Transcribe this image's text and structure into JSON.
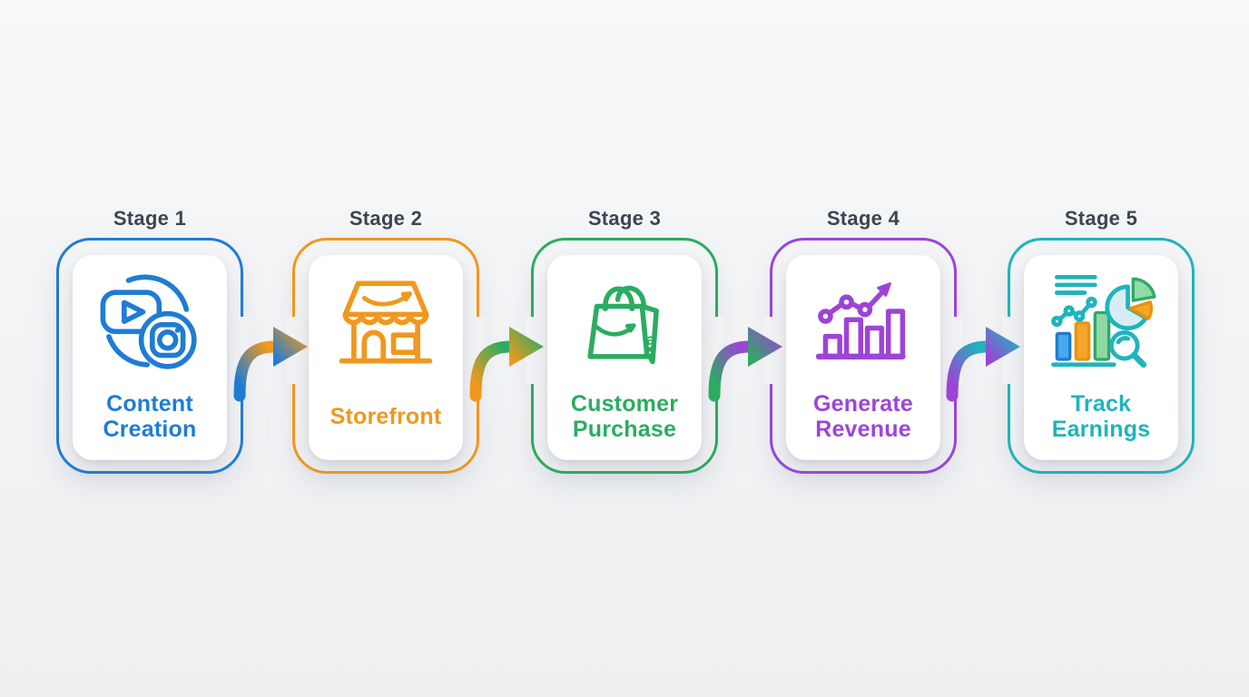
{
  "background_color": "#f2f3f5",
  "stage_label_color": "#3d4551",
  "stages": [
    {
      "stage_label": "Stage 1",
      "title": "Content Creation",
      "color": "#1f7cd4",
      "icon": "content-creation-video-instagram-icon"
    },
    {
      "stage_label": "Stage 2",
      "title": "Storefront",
      "color": "#f0981f",
      "icon": "storefront-shop-icon"
    },
    {
      "stage_label": "Stage 3",
      "title": "Customer Purchase",
      "color": "#2bac61",
      "icon": "shopping-bag-icon"
    },
    {
      "stage_label": "Stage 4",
      "title": "Generate Revenue",
      "color": "#9c44d8",
      "icon": "revenue-growth-chart-icon"
    },
    {
      "stage_label": "Stage 5",
      "title": "Track Earnings",
      "color": "#1fb4bc",
      "icon": "analytics-dashboard-icon"
    }
  ],
  "arrows": [
    {
      "from": "Stage 1",
      "to": "Stage 2",
      "gradient": [
        "#1f7cd4",
        "#f0981f"
      ]
    },
    {
      "from": "Stage 2",
      "to": "Stage 3",
      "gradient": [
        "#f0981f",
        "#2bac61"
      ]
    },
    {
      "from": "Stage 3",
      "to": "Stage 4",
      "gradient": [
        "#2bac61",
        "#9c44d8"
      ]
    },
    {
      "from": "Stage 4",
      "to": "Stage 5",
      "gradient": [
        "#9c44d8",
        "#1fb4bc"
      ]
    }
  ]
}
